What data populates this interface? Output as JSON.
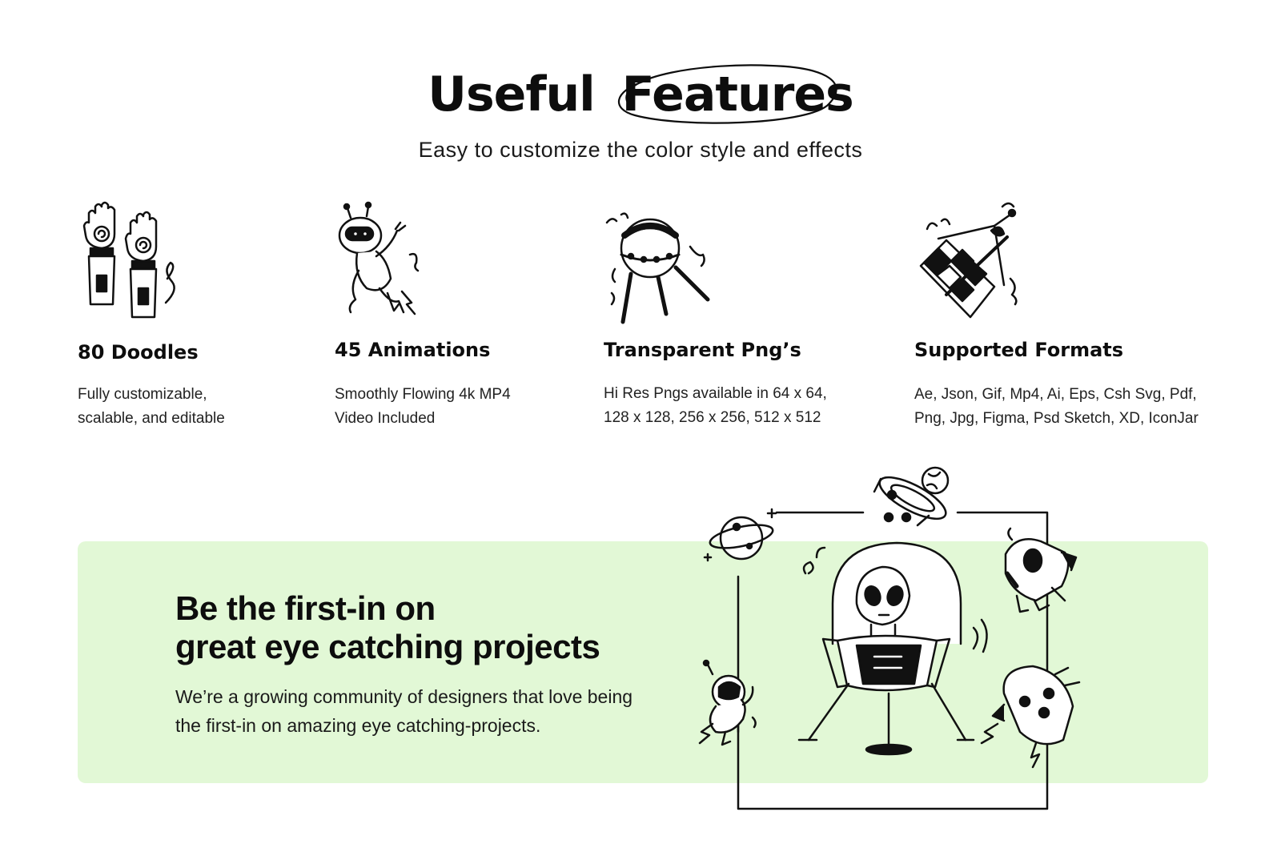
{
  "header": {
    "title_plain": "Useful",
    "title_circled": "Features",
    "subtitle": "Easy to customize the color style and effects"
  },
  "features": [
    {
      "title": "80 Doodles",
      "line1": "Fully customizable,",
      "line2": "scalable, and editable",
      "icon": "robot-hands-icon"
    },
    {
      "title": "45 Animations",
      "line1": "Smoothly Flowing 4k MP4",
      "line2": "Video Included",
      "icon": "robot-astronaut-icon"
    },
    {
      "title": "Transparent Png’s",
      "line1": "Hi Res Pngs available in 64 x 64,",
      "line2": "128 x 128, 256 x 256, 512 x 512",
      "icon": "space-probe-icon"
    },
    {
      "title": "Supported Formats",
      "line1": "Ae, Json, Gif, Mp4, Ai, Eps, Csh Svg, Pdf,",
      "line2": "Png, Jpg, Figma, Psd Sketch, XD, IconJar",
      "icon": "space-telescope-icon"
    }
  ],
  "banner": {
    "title_line1": "Be the first-in on",
    "title_line2": "great eye catching projects",
    "text_line1": "We’re a growing community of designers that love being",
    "text_line2": "the first-in on amazing eye catching-projects."
  },
  "colors": {
    "banner_bg": "#e2f8d6",
    "ink": "#0d0d0d",
    "background": "#ffffff"
  },
  "illustration_icons": [
    "alien-in-pod-icon",
    "ringed-planet-icon",
    "ufo-icon",
    "rocket-icon",
    "rocket-ship-icon",
    "astronaut-icon"
  ]
}
